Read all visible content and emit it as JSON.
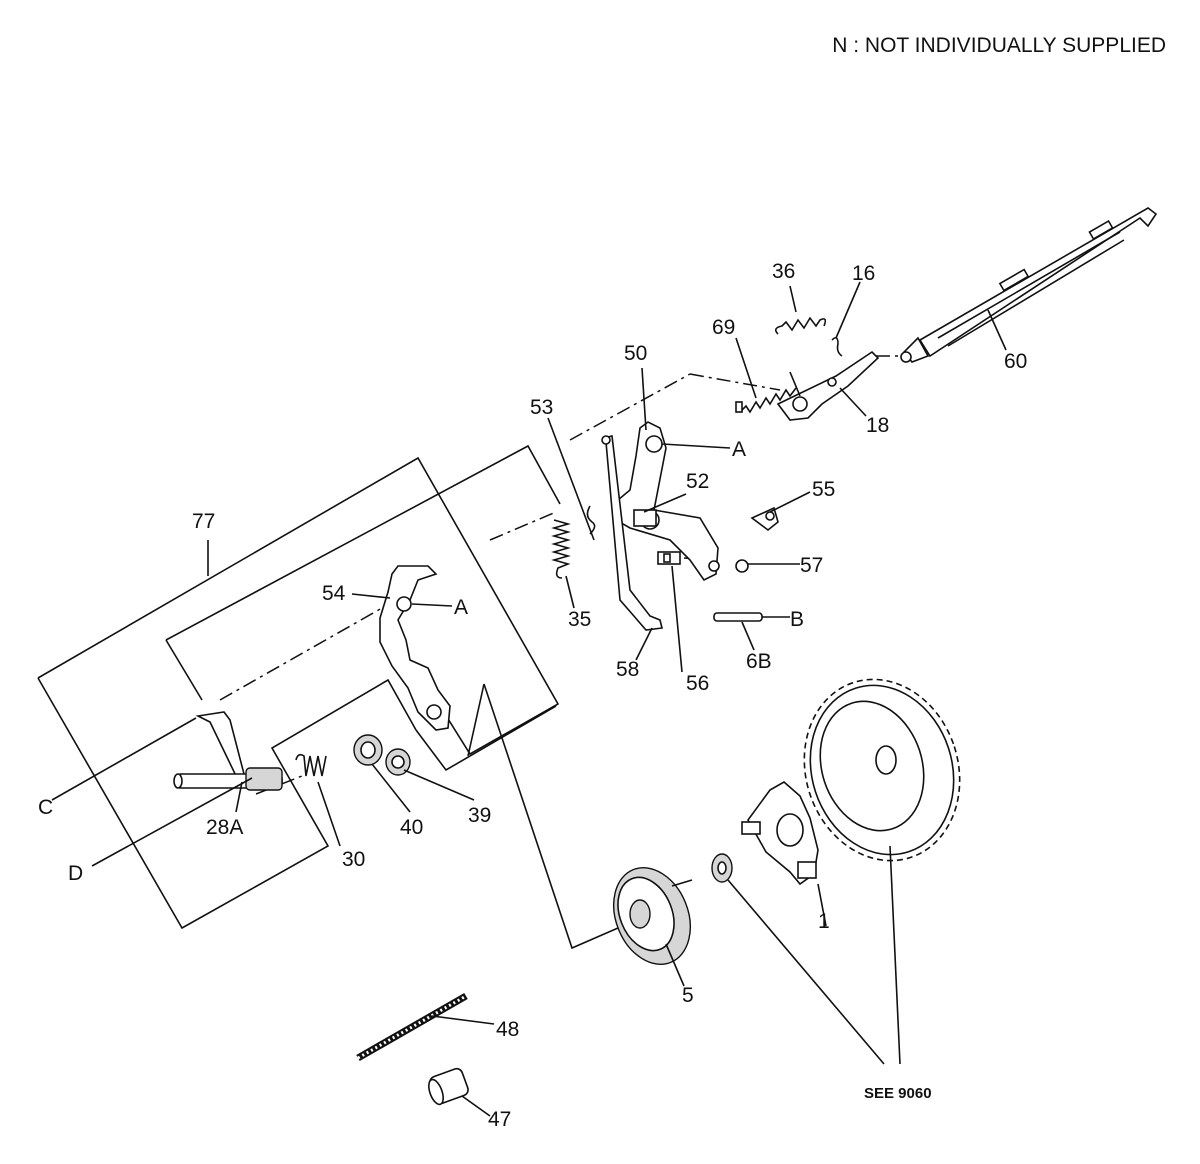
{
  "note": "N : NOT INDIVIDUALLY SUPPLIED",
  "labels": {
    "p1": "1",
    "p5": "5",
    "p6B": "6B",
    "p16": "16",
    "p18": "18",
    "p28A": "28A",
    "p30": "30",
    "p35": "35",
    "p36": "36",
    "p39": "39",
    "p40": "40",
    "p47": "47",
    "p48": "48",
    "p50": "50",
    "p52": "52",
    "p53": "53",
    "p54": "54",
    "p55": "55",
    "p56": "56",
    "p57": "57",
    "p58": "58",
    "p60": "60",
    "p69": "69",
    "p77": "77"
  },
  "refs": {
    "a1": "A",
    "a2": "A",
    "b": "B",
    "c": "C",
    "d": "D"
  },
  "see": "SEE 9060"
}
